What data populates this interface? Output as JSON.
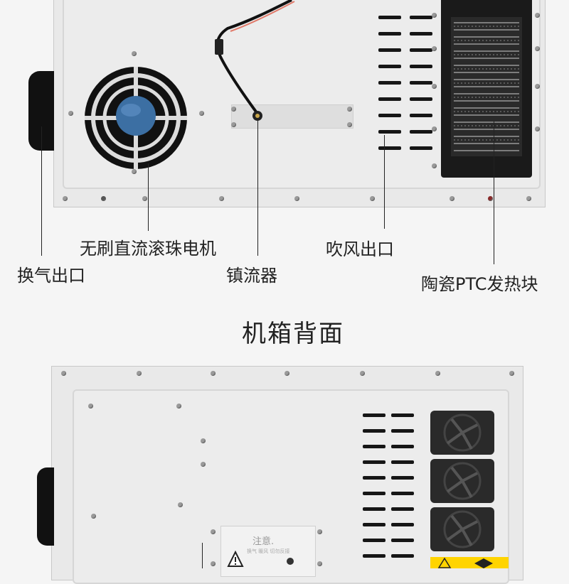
{
  "labels": {
    "motor": "无刷直流滚珠电机",
    "outlet": "吹风出口",
    "vent": "换气出口",
    "ballast": "镇流器",
    "ptc": "陶瓷PTC发热块"
  },
  "section_title": "机箱背面",
  "notice": {
    "title": "注意.",
    "text": "换气 暖风 切勿反接"
  },
  "colors": {
    "panel": "#e9e9e9",
    "slots": "#161616",
    "motor_hub": "#3c6fa3",
    "warning_label": "#ffd400"
  },
  "icons": [
    "fan-icon",
    "warning-triangle-icon",
    "heater-grille-icon"
  ]
}
